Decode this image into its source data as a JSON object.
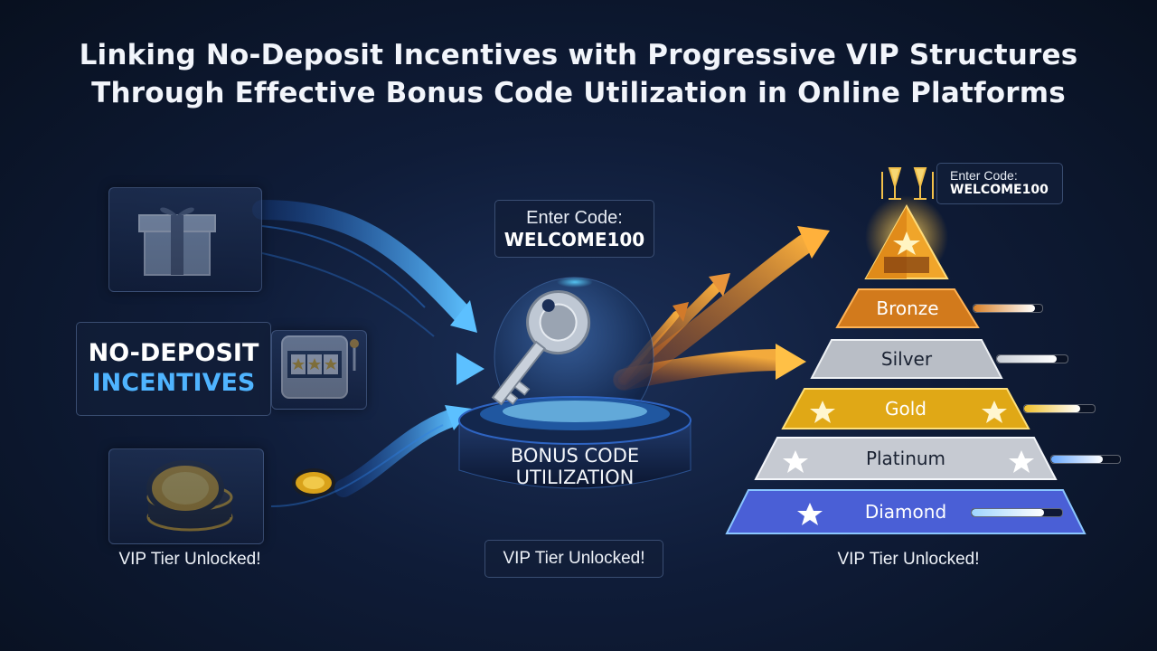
{
  "title": {
    "line1": "Linking No-Deposit Incentives with Progressive VIP Structures",
    "line2": "Through Effective Bonus Code Utilization in Online Platforms"
  },
  "left": {
    "label_line1": "NO-DEPOSIT",
    "label_line2": "INCENTIVES",
    "caption": "VIP Tier Unlocked!",
    "icons": [
      "gift-icon",
      "slot-machine-icon",
      "casino-chips-icon"
    ]
  },
  "center": {
    "code_prompt": "Enter Code:",
    "code_value": "WELCOME100",
    "platform_line1": "BONUS CODE",
    "platform_line2": "UTILIZATION",
    "caption": "VIP Tier Unlocked!",
    "icons": [
      "key-icon"
    ]
  },
  "right": {
    "code_prompt": "Enter Code:",
    "code_value": "WELCOME100",
    "caption": "VIP Tier Unlocked!",
    "icons": [
      "champagne-icon",
      "star-icon"
    ],
    "tiers": [
      {
        "name": "Bronze",
        "progress": 0.9,
        "color": "#d9822b"
      },
      {
        "name": "Silver",
        "progress": 0.85,
        "color": "#c9ced6"
      },
      {
        "name": "Gold",
        "progress": 0.8,
        "color": "#f0c02c"
      },
      {
        "name": "Platinum",
        "progress": 0.75,
        "color": "#6aa9ff"
      },
      {
        "name": "Diamond",
        "progress": 0.8,
        "color": "#9fd6ff"
      }
    ]
  },
  "colors": {
    "background": "#0f1c38",
    "flow_blue": "#39a5ff",
    "flow_orange": "#ff9a2a",
    "accent_text": "#4fb4ff"
  }
}
